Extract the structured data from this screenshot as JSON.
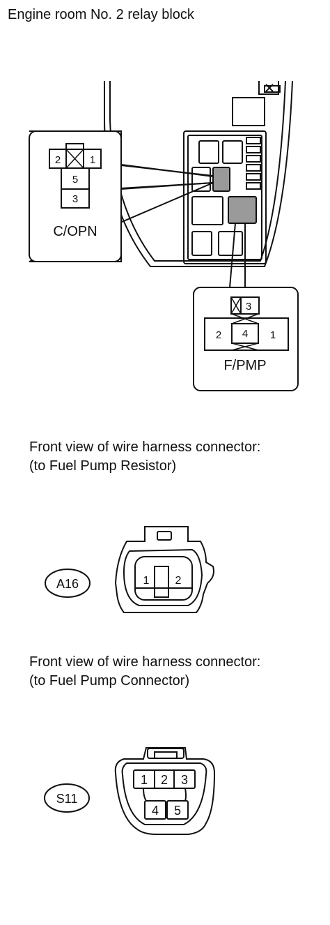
{
  "title": "Engine room No. 2 relay block",
  "relay_block": {
    "copn": {
      "label": "C/OPN",
      "pins": [
        "2",
        "1",
        "5",
        "3"
      ]
    },
    "fpmp": {
      "label": "F/PMP",
      "pins": [
        "3",
        "2",
        "4",
        "1"
      ]
    }
  },
  "connector_a16": {
    "caption_line1": "Front view of wire harness connector:",
    "caption_line2": "(to Fuel Pump Resistor)",
    "id": "A16",
    "pins": [
      "1",
      "2"
    ]
  },
  "connector_s11": {
    "caption_line1": "Front view of wire harness connector:",
    "caption_line2": "(to Fuel Pump Connector)",
    "id": "S11",
    "pins": [
      "1",
      "2",
      "3",
      "4",
      "5"
    ]
  },
  "colors": {
    "highlight": "#9a9a9a",
    "line": "#111111"
  }
}
